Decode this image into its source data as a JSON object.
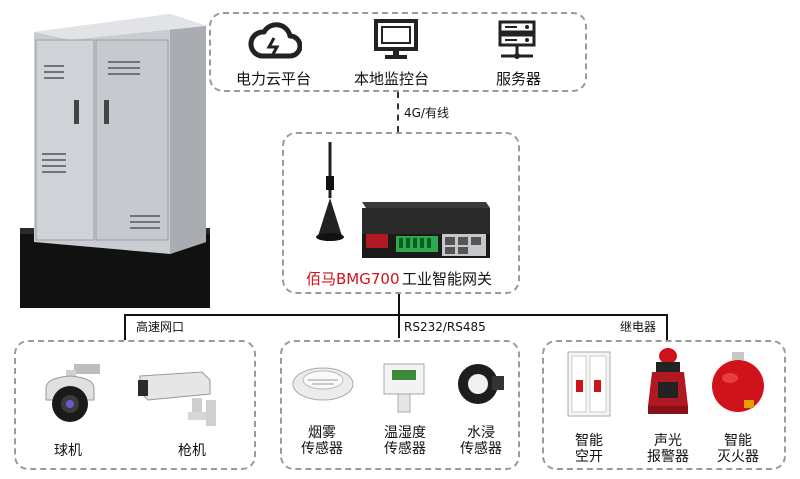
{
  "platforms": [
    {
      "label": "电力云平台",
      "icon": "cloud-sync-icon"
    },
    {
      "label": "本地监控台",
      "icon": "monitor-icon"
    },
    {
      "label": "服务器",
      "icon": "server-icon"
    }
  ],
  "link_labels": {
    "uplink": "4G/有线",
    "left": "高速网口",
    "center": "RS232/RS485",
    "right": "继电器"
  },
  "gateway": {
    "brand": "佰马BMG700",
    "name": "工业智能网关"
  },
  "cameras": [
    {
      "label": "球机"
    },
    {
      "label": "枪机"
    }
  ],
  "sensors": [
    {
      "label_line1": "烟雾",
      "label_line2": "传感器"
    },
    {
      "label_line1": "温湿度",
      "label_line2": "传感器"
    },
    {
      "label_line1": "水浸",
      "label_line2": "传感器"
    }
  ],
  "actuators": [
    {
      "label_line1": "智能",
      "label_line2": "空开"
    },
    {
      "label_line1": "声光",
      "label_line2": "报警器"
    },
    {
      "label_line1": "智能",
      "label_line2": "灭火器"
    }
  ],
  "colors": {
    "brand_red": "#d0121b",
    "dash_gray": "#9a9a9a"
  }
}
